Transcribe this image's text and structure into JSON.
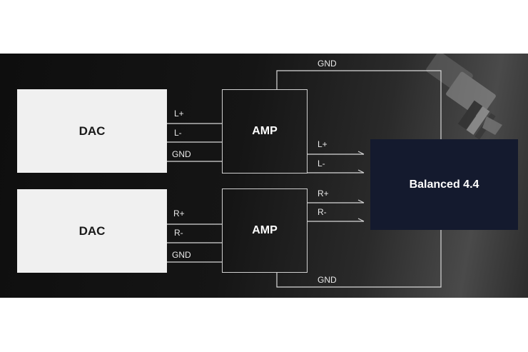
{
  "blocks": {
    "dac_top": "DAC",
    "dac_bottom": "DAC",
    "amp_top": "AMP",
    "amp_bottom": "AMP",
    "output": "Balanced 4.4"
  },
  "signals": {
    "top_in": [
      "L+",
      "L-",
      "GND"
    ],
    "bottom_in": [
      "R+",
      "R-",
      "GND"
    ],
    "top_out": [
      "L+",
      "L-"
    ],
    "bottom_out": [
      "R+",
      "R-"
    ],
    "gnd_top": "GND",
    "gnd_bottom": "GND"
  },
  "colors": {
    "panel": "#111111",
    "dac_box": "#f0f0f0",
    "output_box": "#141a2e",
    "wire": "#d8d8d8"
  }
}
